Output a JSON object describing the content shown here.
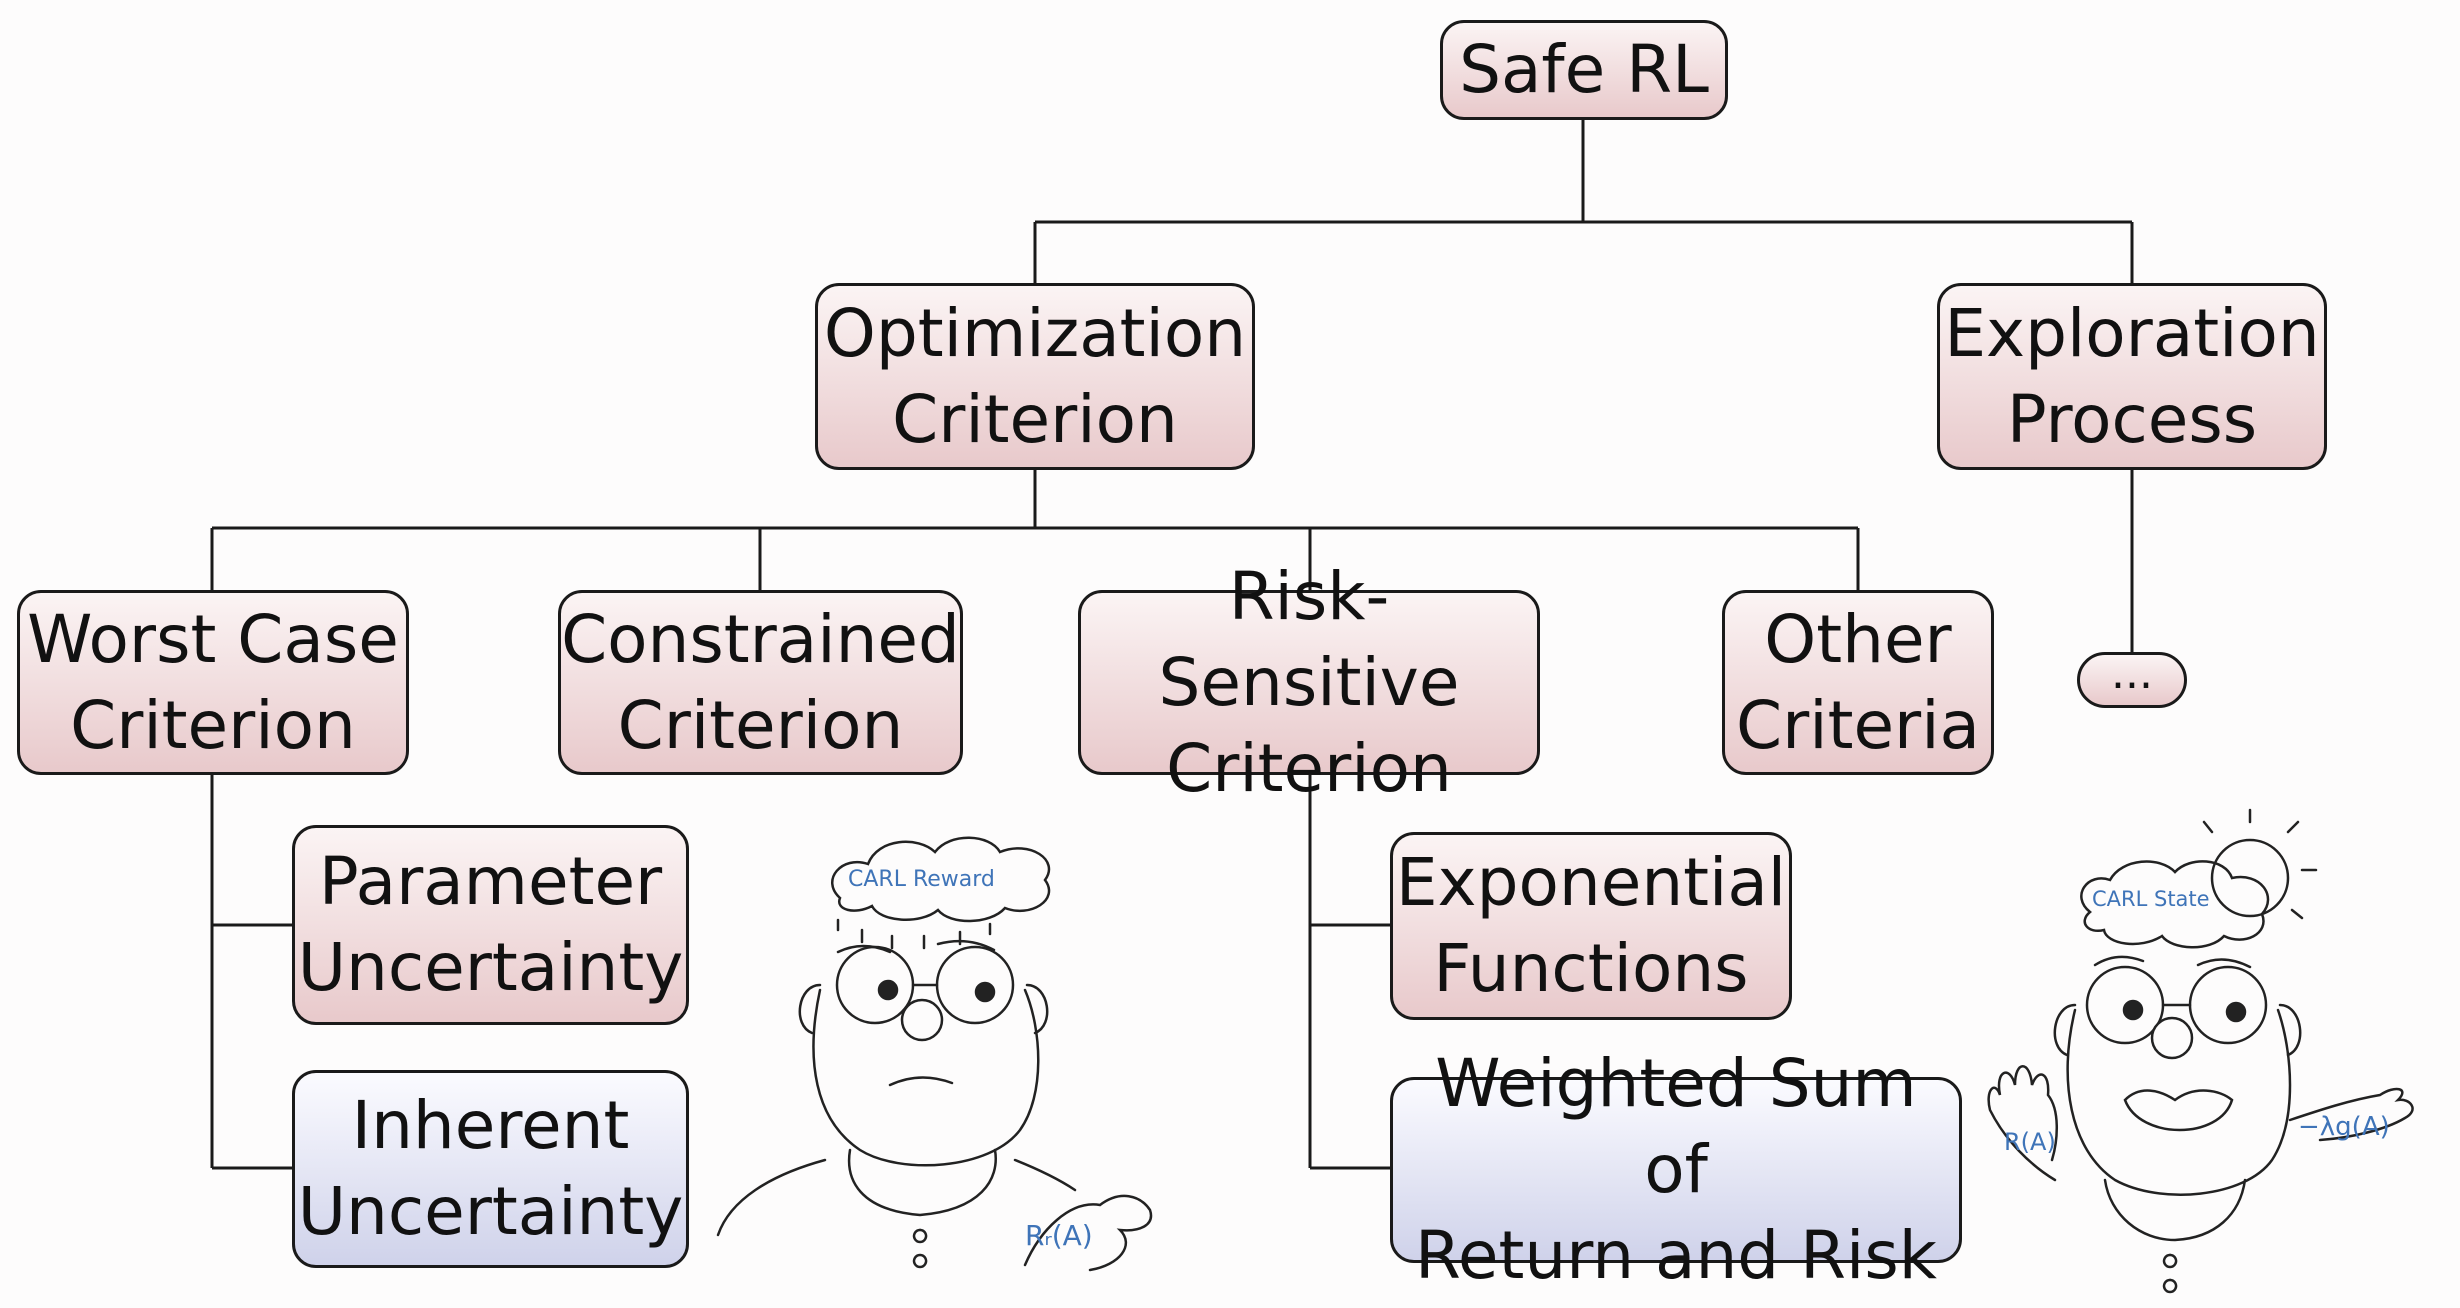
{
  "colors": {
    "node_fill_red": "#e8c9cb",
    "node_fill_blue": "#cfd2ea",
    "border": "#1a1a1a",
    "handwriting": "#3f74b8"
  },
  "nodes": {
    "root": "Safe RL",
    "optimization": "Optimization\nCriterion",
    "exploration": "Exploration\nProcess",
    "worst_case": "Worst Case\nCriterion",
    "constrained": "Constrained\nCriterion",
    "risk_sensitive": "Risk-Sensitive\nCriterion",
    "other": "Other\nCriteria",
    "ellipsis": "...",
    "parameter_uncertainty": "Parameter\nUncertainty",
    "inherent_uncertainty": "Inherent\nUncertainty",
    "exponential": "Exponential\nFunctions",
    "weighted_sum": "Weighted Sum of\nReturn and Risk"
  },
  "cartoons": {
    "left": {
      "thought": "CARL Reward",
      "hand_label": "Rᵣ(A)"
    },
    "right": {
      "thought": "CARL State",
      "left_hand_label": "R(A)",
      "right_hand_label": "−λg(A)"
    }
  }
}
